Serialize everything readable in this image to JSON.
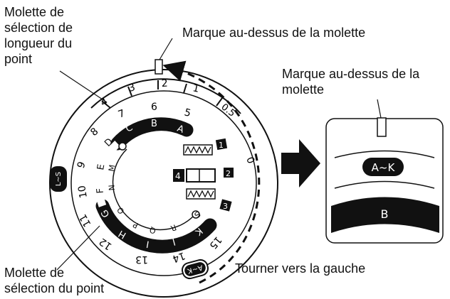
{
  "labels": {
    "length_dial": [
      "Molette de",
      "sélection de",
      "longueur du",
      "point"
    ],
    "mark_top": "Marque au-dessus de la molette",
    "mark_right": [
      "Marque au-dessus de la",
      "molette"
    ],
    "stitch_dial": [
      "Molette de",
      "sélection du point"
    ],
    "turn_left": "Tourner vers la gauche"
  },
  "length_scale": [
    "4",
    "3",
    "2",
    "1",
    "0.5",
    "0"
  ],
  "numbers": [
    "5",
    "6",
    "7",
    "8",
    "9",
    "10",
    "11",
    "12",
    "13",
    "14",
    "15"
  ],
  "letters": [
    "A",
    "B",
    "C",
    "D",
    "E",
    "M",
    "N",
    "F",
    "G",
    "O",
    "H",
    "P",
    "I",
    "Q",
    "J",
    "R",
    "K",
    "S"
  ],
  "symbols": {
    "ls_button": "L~S",
    "ak_button": "A~K",
    "left_indicator": "4",
    "box_1": "1",
    "box_2": "2",
    "box_3": "3",
    "zoom_ak": "A~K",
    "zoom_b": "B"
  },
  "colors": {
    "ink": "#111111",
    "bg": "#ffffff"
  }
}
